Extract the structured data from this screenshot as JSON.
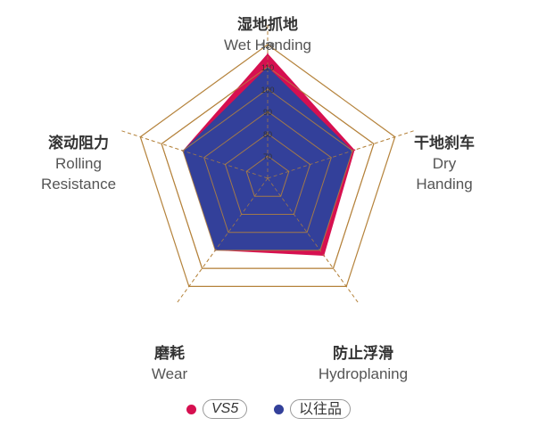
{
  "chart_data": {
    "type": "radar",
    "axes": [
      {
        "cn": "湿地抓地",
        "en": [
          "Wet  Handing"
        ]
      },
      {
        "cn": "干地刹车",
        "en": [
          "Dry",
          "Handing"
        ]
      },
      {
        "cn": "防止浮滑",
        "en": [
          "Hydroplaning"
        ]
      },
      {
        "cn": "磨耗",
        "en": [
          "Wear"
        ]
      },
      {
        "cn": "滚动阻力",
        "en": [
          "Rolling",
          "Resistance"
        ]
      }
    ],
    "ticks": [
      70,
      80,
      90,
      100,
      110,
      120
    ],
    "range": [
      60,
      120
    ],
    "series": [
      {
        "name": "VS5",
        "values": [
          116,
          101,
          103,
          100,
          100
        ],
        "color": "#d61050"
      },
      {
        "name": "以往品",
        "values": [
          110,
          100,
          100,
          100,
          100
        ],
        "color": "#33409a"
      }
    ],
    "colors": {
      "grid": "#b5833c",
      "series_outline": "#b5833c"
    }
  }
}
